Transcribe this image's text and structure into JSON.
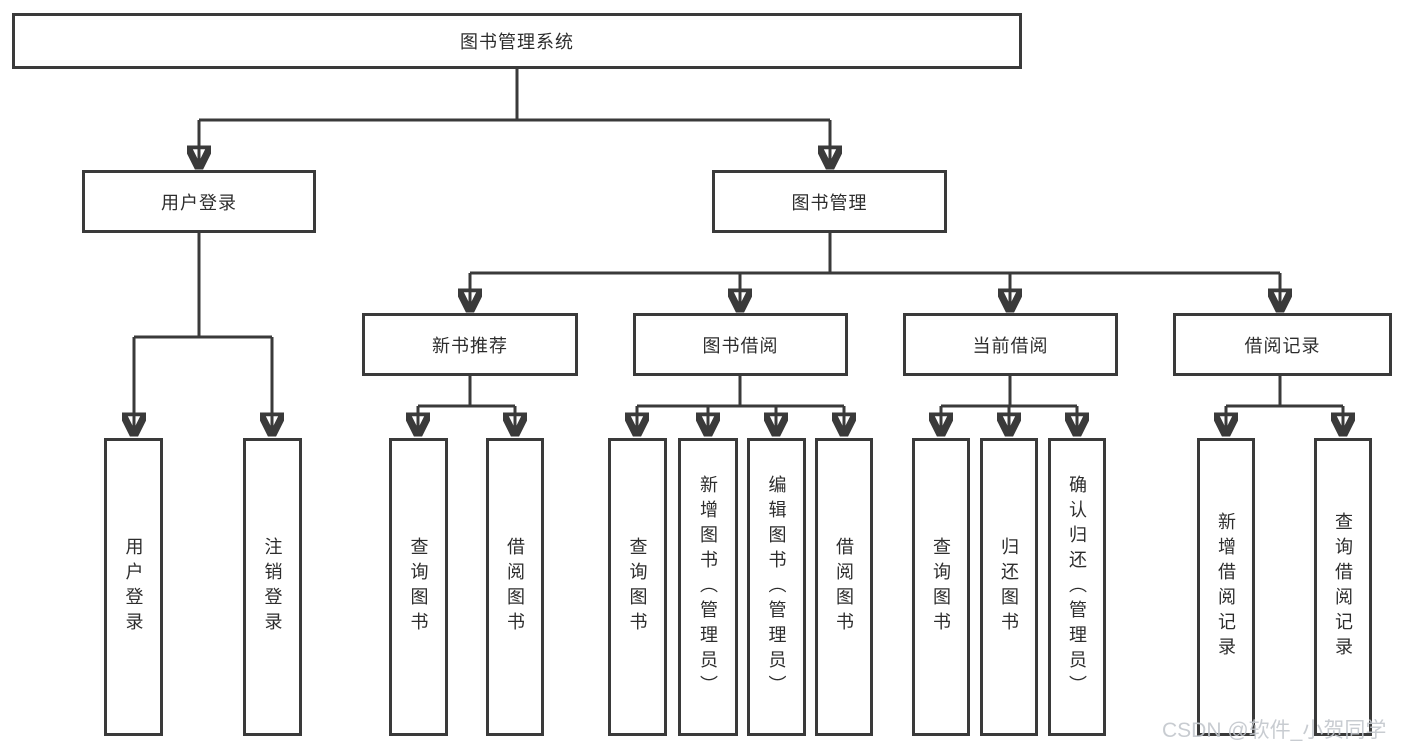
{
  "tree": {
    "root": {
      "label": "图书管理系统",
      "children": [
        {
          "label": "用户登录",
          "children": [
            {
              "label": "用户登录"
            },
            {
              "label": "注销登录"
            }
          ]
        },
        {
          "label": "图书管理",
          "children": [
            {
              "label": "新书推荐",
              "children": [
                {
                  "label": "查询图书"
                },
                {
                  "label": "借阅图书"
                }
              ]
            },
            {
              "label": "图书借阅",
              "children": [
                {
                  "label": "查询图书"
                },
                {
                  "label": "新增图书（管理员）"
                },
                {
                  "label": "编辑图书（管理员）"
                },
                {
                  "label": "借阅图书"
                }
              ]
            },
            {
              "label": "当前借阅",
              "children": [
                {
                  "label": "查询图书"
                },
                {
                  "label": "归还图书"
                },
                {
                  "label": "确认归还（管理员）"
                }
              ]
            },
            {
              "label": "借阅记录",
              "children": [
                {
                  "label": "新增借阅记录"
                },
                {
                  "label": "查询借阅记录"
                }
              ]
            }
          ]
        }
      ]
    }
  },
  "watermark": {
    "text": "CSDN @软件_小贺同学"
  },
  "colors": {
    "line": "#3a3a3a",
    "text": "#2d2d2d",
    "watermark": "#c3c7cd",
    "background": "#ffffff"
  }
}
